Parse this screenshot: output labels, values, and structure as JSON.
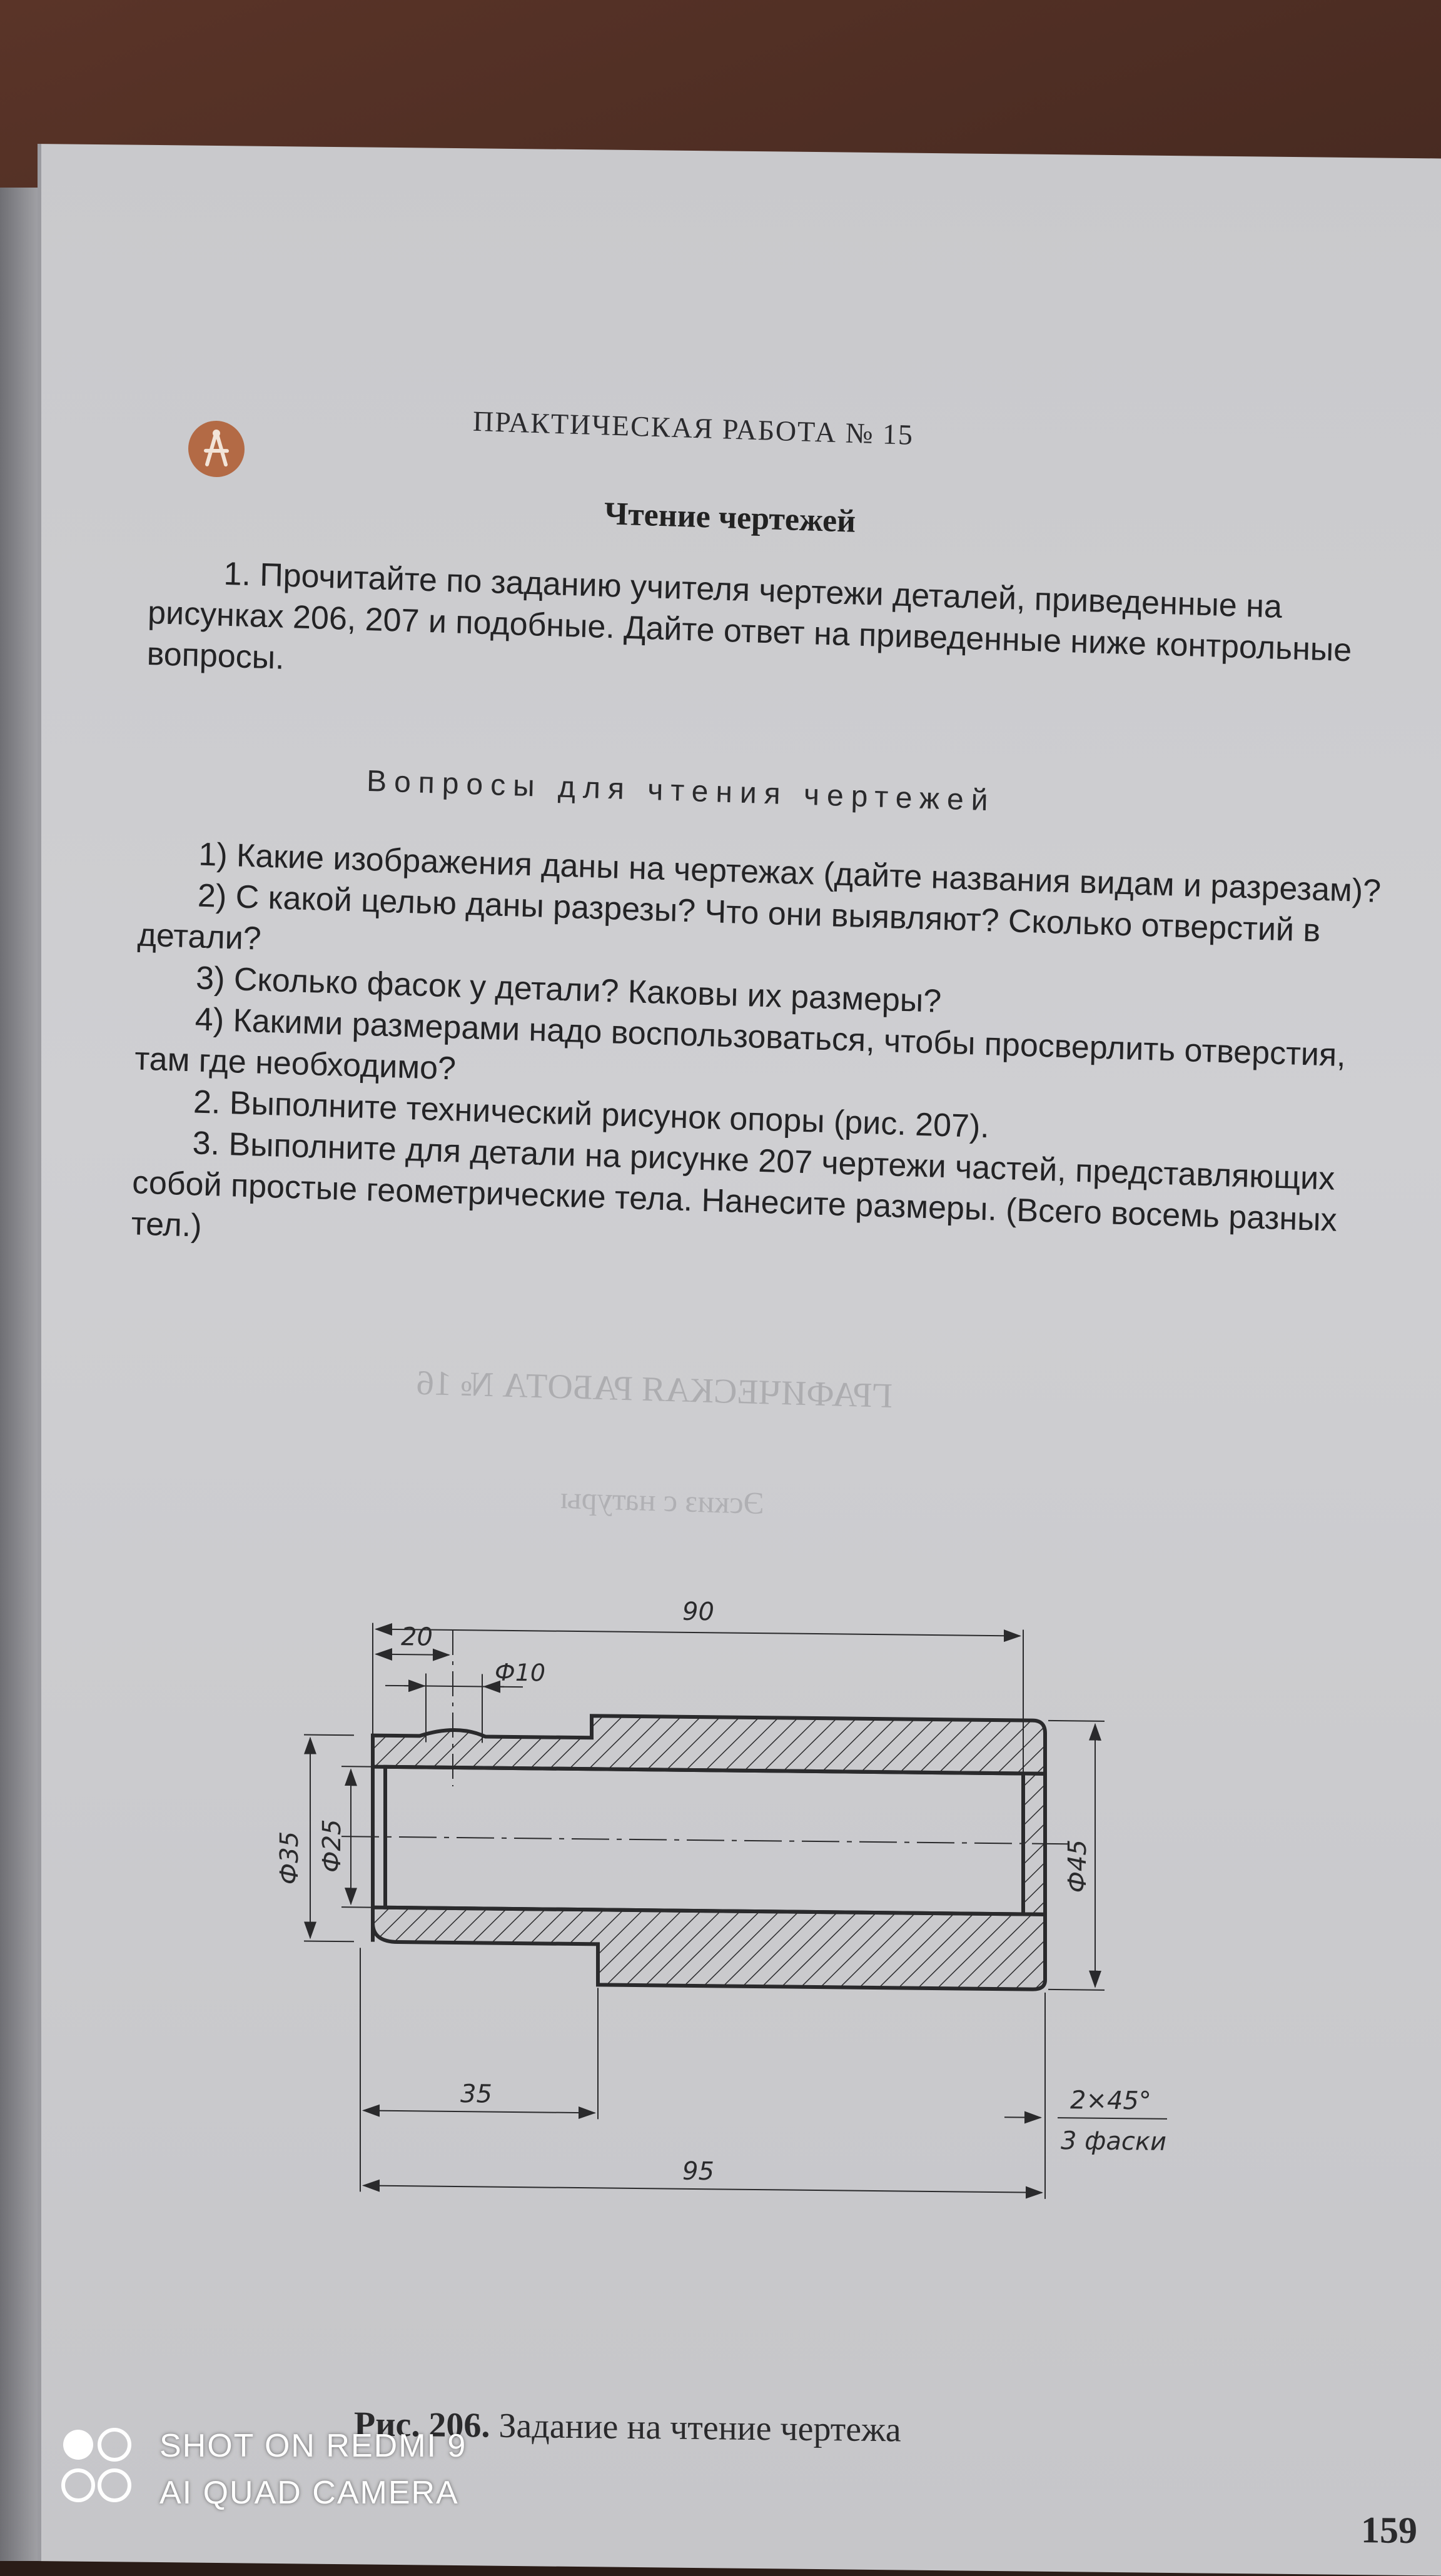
{
  "header": "ПРАКТИЧЕСКАЯ РАБОТА № 15",
  "title": "Чтение чертежей",
  "intro": "1. Прочитайте по заданию учителя чертежи деталей, приведенные на рисунках 206, 207 и подобные. Дайте ответ на приведенные ниже контрольные вопросы.",
  "subtitle": "Вопросы для чтения чертежей",
  "questions": [
    "1) Какие изображения даны на чертежах (дайте названия видам и разрезам)?",
    "2) С какой целью даны разрезы? Что они выявляют? Сколько отверстий в детали?",
    "3) Сколько фасок у детали? Каковы их размеры?",
    "4) Какими размерами надо воспользоваться, чтобы просверлить отверстия, там где необходимо?",
    "2. Выполните технический рисунок опоры (рис. 207).",
    "3. Выполните для детали на рисунке 207 чертежи частей, представляющих собой простые геометрические тела. Нанесите размеры. (Всего восемь разных тел.)"
  ],
  "drawing": {
    "dim_90": "90",
    "dim_20": "20",
    "dim_d10": "Ф10",
    "dim_d35": "Ф35",
    "dim_d25": "Ф25",
    "dim_d45": "Ф45",
    "dim_35": "35",
    "dim_95": "95",
    "chamfer": "2×45°",
    "chamfer_count": "3 фаски"
  },
  "caption": {
    "label": "Рис. 206.",
    "text": " Задание на чтение чертежа"
  },
  "page_number": "159",
  "watermark": {
    "line1": "SHOT ON REDMI 9",
    "line2": "AI QUAD CAMERA"
  },
  "colors": {
    "paper": "#cbcbce",
    "ink": "#232325",
    "emblem": "#b36a45"
  }
}
